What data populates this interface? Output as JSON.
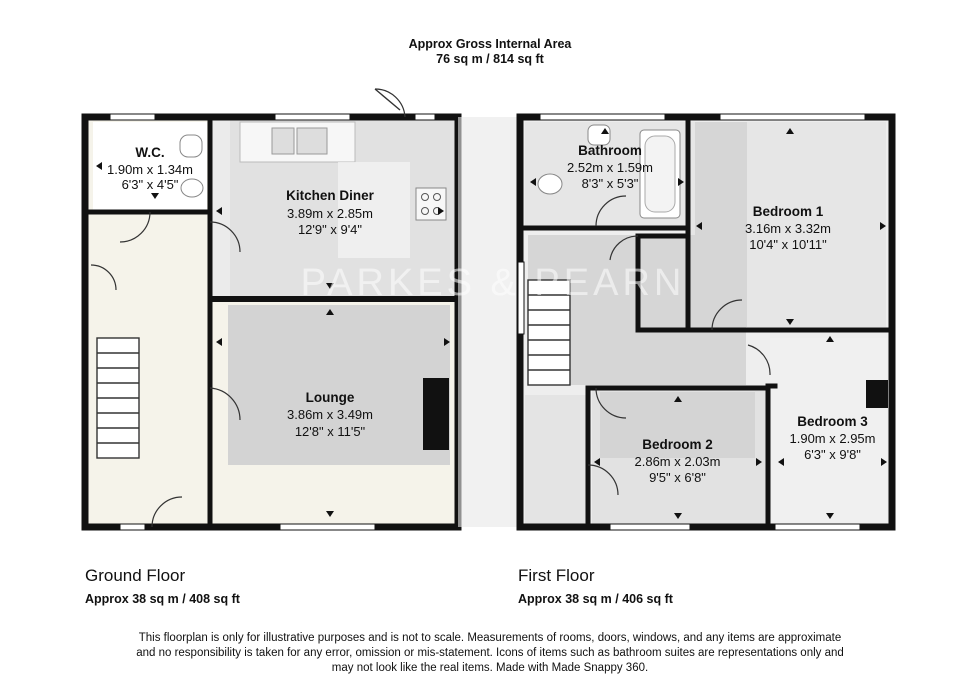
{
  "header": {
    "title": "Approx Gross Internal Area",
    "area": "76 sq m / 814 sq ft"
  },
  "ground_floor": {
    "title": "Ground Floor",
    "area": "Approx 38 sq m / 408 sq ft",
    "rooms": {
      "wc": {
        "name": "W.C.",
        "metric": "1.90m x 1.34m",
        "imperial": "6'3\" x 4'5\""
      },
      "kitchen": {
        "name": "Kitchen Diner",
        "metric": "3.89m x 2.85m",
        "imperial": "12'9\" x 9'4\""
      },
      "lounge": {
        "name": "Lounge",
        "metric": "3.86m x 3.49m",
        "imperial": "12'8\" x 11'5\""
      }
    }
  },
  "first_floor": {
    "title": "First Floor",
    "area": "Approx 38 sq m / 406 sq ft",
    "rooms": {
      "bathroom": {
        "name": "Bathroom",
        "metric": "2.52m x 1.59m",
        "imperial": "8'3\" x 5'3\""
      },
      "bedroom1": {
        "name": "Bedroom 1",
        "metric": "3.16m x 3.32m",
        "imperial": "10'4\" x 10'11\""
      },
      "bedroom2": {
        "name": "Bedroom 2",
        "metric": "2.86m x 2.03m",
        "imperial": "9'5\" x 6'8\""
      },
      "bedroom3": {
        "name": "Bedroom 3",
        "metric": "1.90m x 2.95m",
        "imperial": "6'3\" x 9'8\""
      }
    }
  },
  "watermark": "PARKES & PEARN",
  "disclaimer": {
    "line1": "This floorplan is only for illustrative purposes and is not to scale. Measurements of rooms, doors, windows, and any items are approximate",
    "line2": "and no responsibility is taken for any error, omission or mis-statement. Icons of items such as bathroom suites are representations only and",
    "line3": "may not look like the real items. Made with Made Snappy 360."
  },
  "colors": {
    "wall": "#111111",
    "floor_light": "#f5f3ea",
    "floor_grey": "#d3d3d3",
    "room_grey": "#e6e6e6"
  }
}
